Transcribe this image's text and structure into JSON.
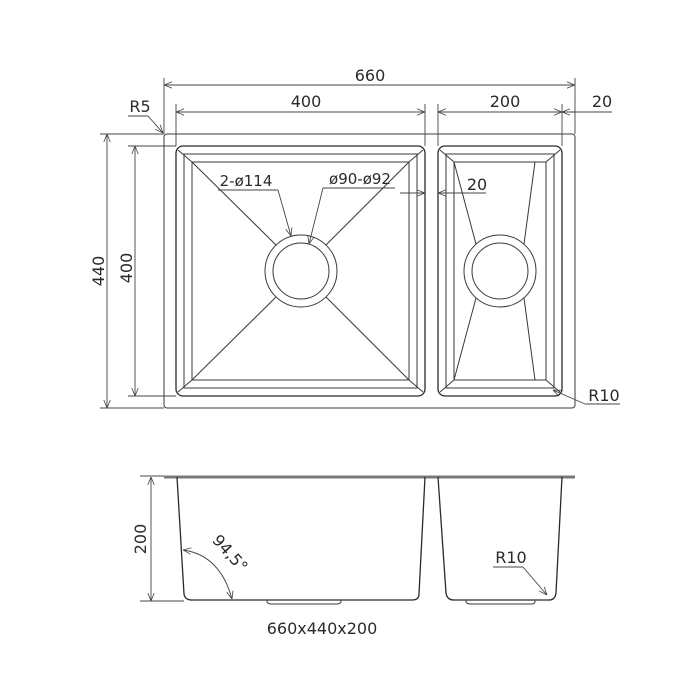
{
  "top_view": {
    "overall_width": "660",
    "left_bowl_width": "400",
    "right_bowl_width": "200",
    "right_margin": "20",
    "corner_radius_outer": "R5",
    "overall_depth": "440",
    "bowl_depth": "400",
    "drain_hole_label": "2-ø114",
    "drain_size_label": "ø90-ø92",
    "divider_width": "20",
    "bowl_corner_radius": "R10"
  },
  "side_view": {
    "height": "200",
    "wall_angle": "94,5°",
    "bottom_corner_radius": "R10"
  },
  "caption": "660x440x200",
  "colors": {
    "line": "#3a3a3a",
    "rim": "#777777",
    "background": "#ffffff"
  }
}
